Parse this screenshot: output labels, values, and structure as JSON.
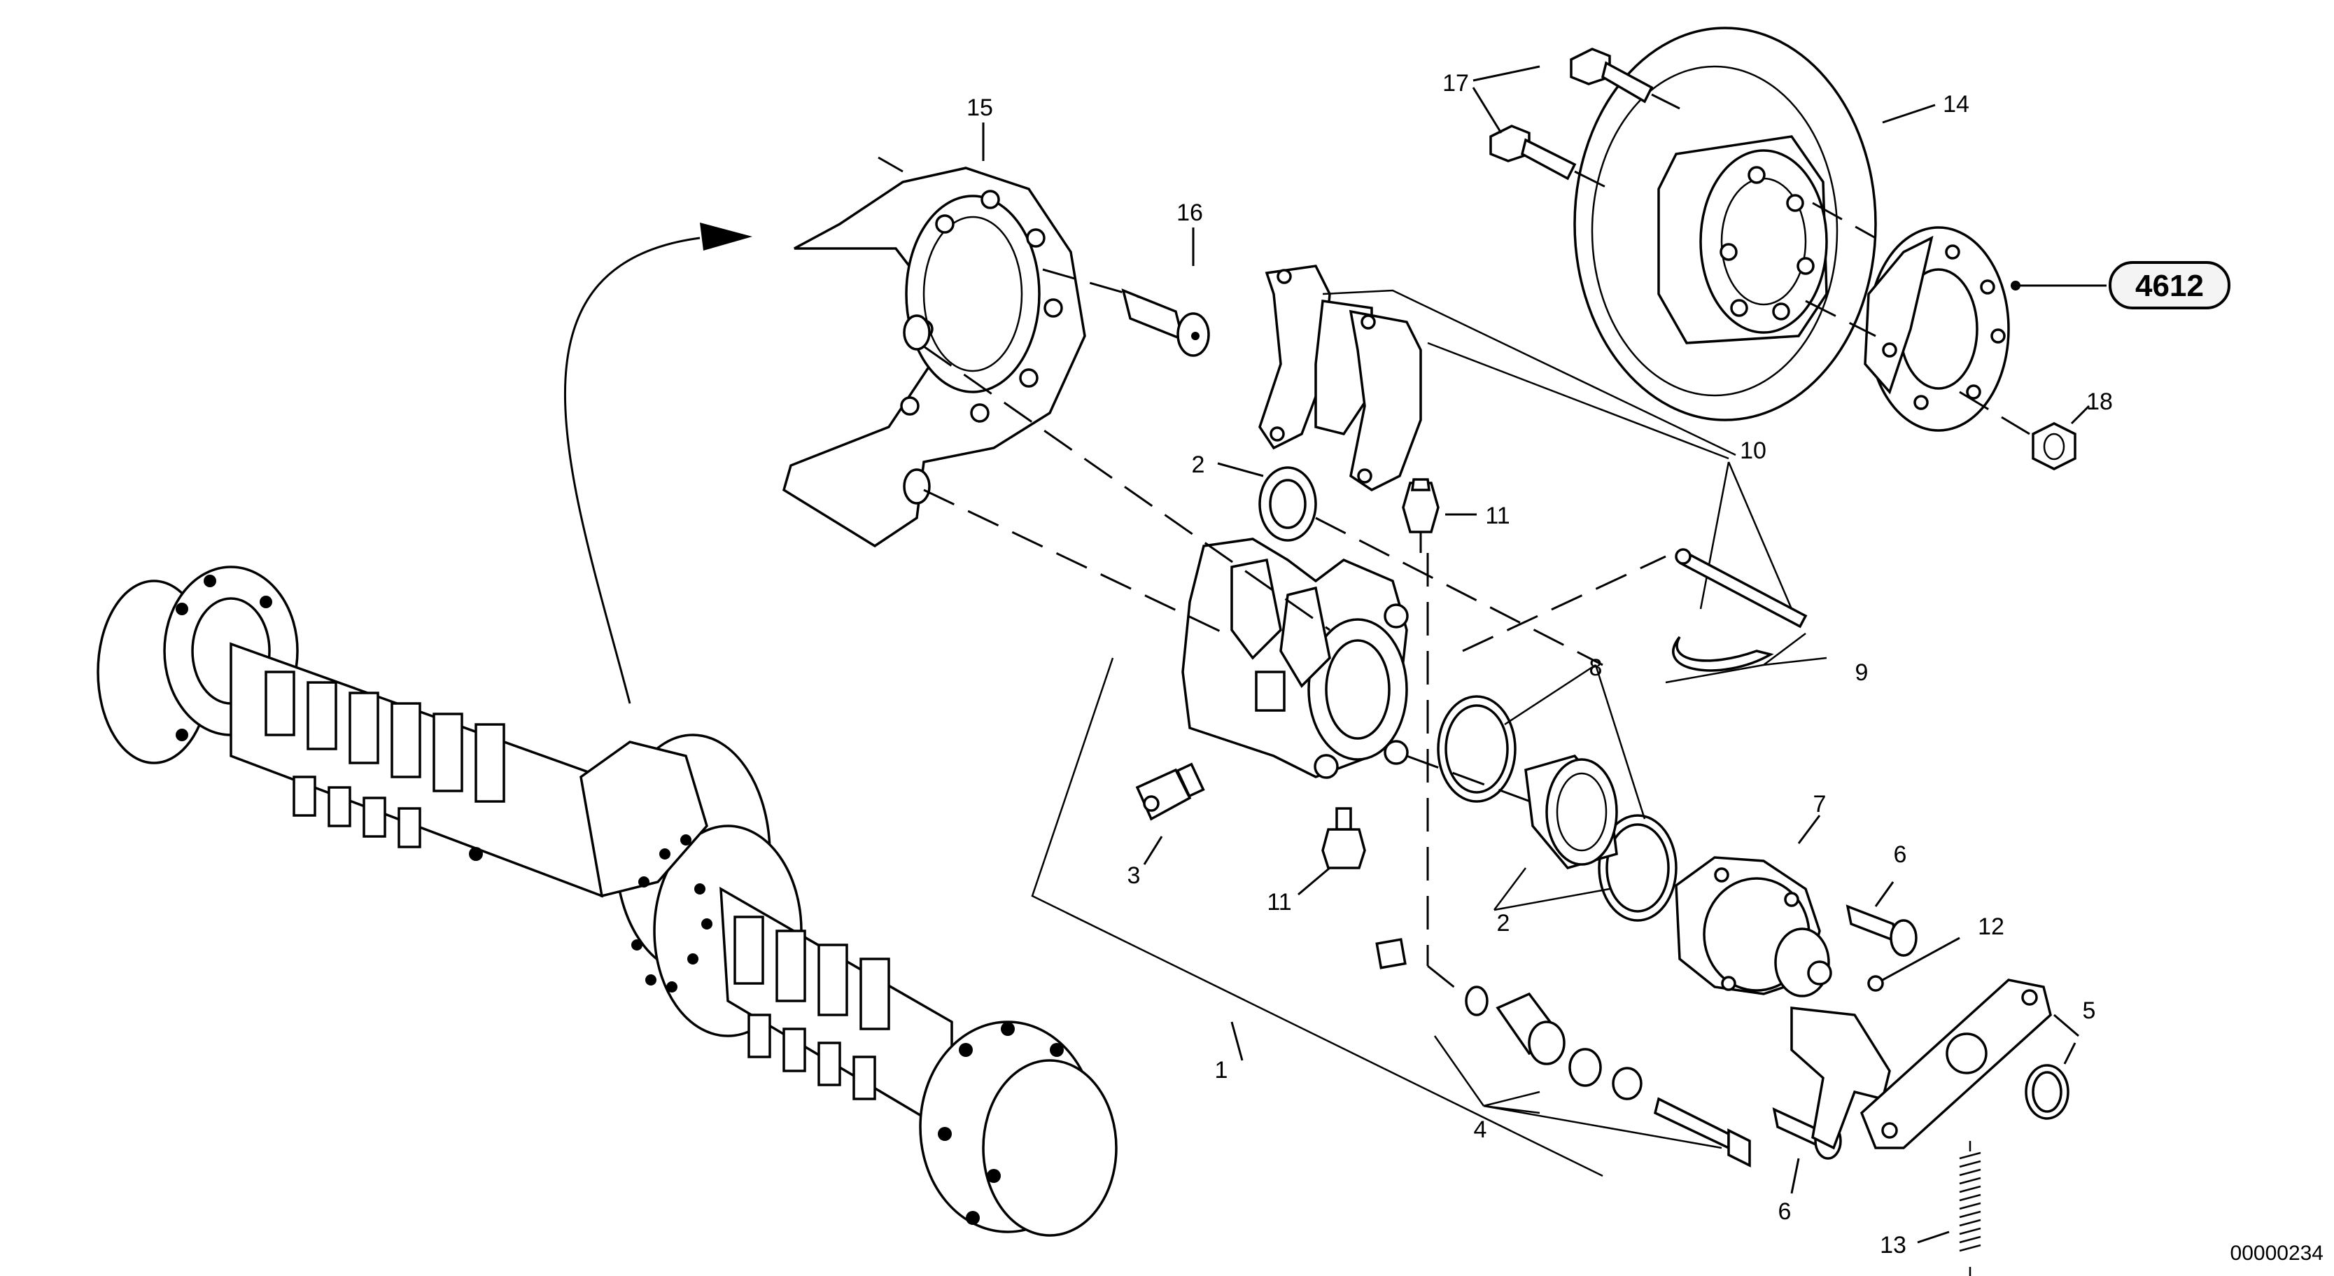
{
  "callouts": {
    "c1": "1",
    "c2a": "2",
    "c2b": "2",
    "c3": "3",
    "c4": "4",
    "c5": "5",
    "c6a": "6",
    "c6b": "6",
    "c7": "7",
    "c8": "8",
    "c9": "9",
    "c10": "10",
    "c11a": "11",
    "c11b": "11",
    "c12": "12",
    "c13": "13",
    "c14": "14",
    "c15": "15",
    "c16": "16",
    "c17": "17",
    "c18": "18"
  },
  "reference_group": "4612",
  "drawing_code": "00000234"
}
